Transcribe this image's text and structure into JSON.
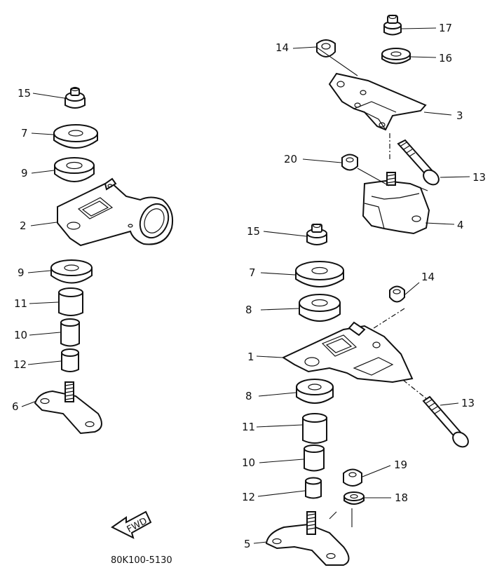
{
  "labels": {
    "l15a": "15",
    "l7a": "7",
    "l9a": "9",
    "l2": "2",
    "l9b": "9",
    "l11a": "11",
    "l10a": "10",
    "l12a": "12",
    "l6": "6",
    "l14a": "14",
    "l17": "17",
    "l16": "16",
    "l3": "3",
    "l20": "20",
    "l13a": "13",
    "l4": "4",
    "l15b": "15",
    "l7b": "7",
    "l8a": "8",
    "l14b": "14",
    "l1": "1",
    "l8b": "8",
    "l13b": "13",
    "l11b": "11",
    "l10b": "10",
    "l12b": "12",
    "l19": "19",
    "l18": "18",
    "l5": "5"
  },
  "fwd_label": "FWD",
  "figure_code": "80K100-5130"
}
